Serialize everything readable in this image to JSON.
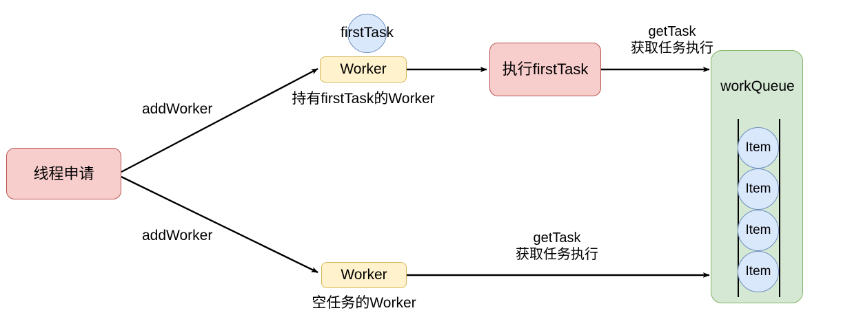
{
  "diagram": {
    "title": "Thread pool addWorker / workQueue flow",
    "type": "flowchart",
    "colors": {
      "pink_fill": "#f8cecc",
      "pink_stroke": "#b85450",
      "yellow_fill": "#fff2cc",
      "yellow_stroke": "#d6b656",
      "green_fill": "#d5e8d4",
      "green_stroke": "#82b366",
      "blue_fill": "#dae8fc",
      "blue_stroke": "#6c8ebf",
      "edge_stroke": "#000000",
      "text": "#000000",
      "background": "#ffffff"
    }
  },
  "nodes": {
    "thread_request": {
      "label": "线程申请",
      "shape": "rounded-rect",
      "fill": "pink"
    },
    "worker_with_task": {
      "label": "Worker",
      "shape": "rounded-rect",
      "fill": "yellow"
    },
    "first_task_circle": {
      "label": "firstTask",
      "shape": "circle",
      "fill": "blue"
    },
    "execute_first_task": {
      "label": "执行firstTask",
      "shape": "rounded-rect",
      "fill": "pink"
    },
    "worker_empty": {
      "label": "Worker",
      "shape": "rounded-rect",
      "fill": "yellow"
    },
    "work_queue": {
      "label": "workQueue",
      "shape": "rounded-rect",
      "fill": "green"
    },
    "queue_items": [
      {
        "label": "Item"
      },
      {
        "label": "Item"
      },
      {
        "label": "Item"
      },
      {
        "label": "Item"
      }
    ]
  },
  "edge_labels": {
    "add_worker_top": "addWorker",
    "add_worker_bottom": "addWorker",
    "get_task_top_line1": "getTask",
    "get_task_top_line2": "获取任务执行",
    "get_task_bottom_line1": "getTask",
    "get_task_bottom_line2": "获取任务执行"
  },
  "annotations": {
    "worker_with_task_caption": "持有firstTask的Worker",
    "worker_empty_caption": "空任务的Worker"
  }
}
